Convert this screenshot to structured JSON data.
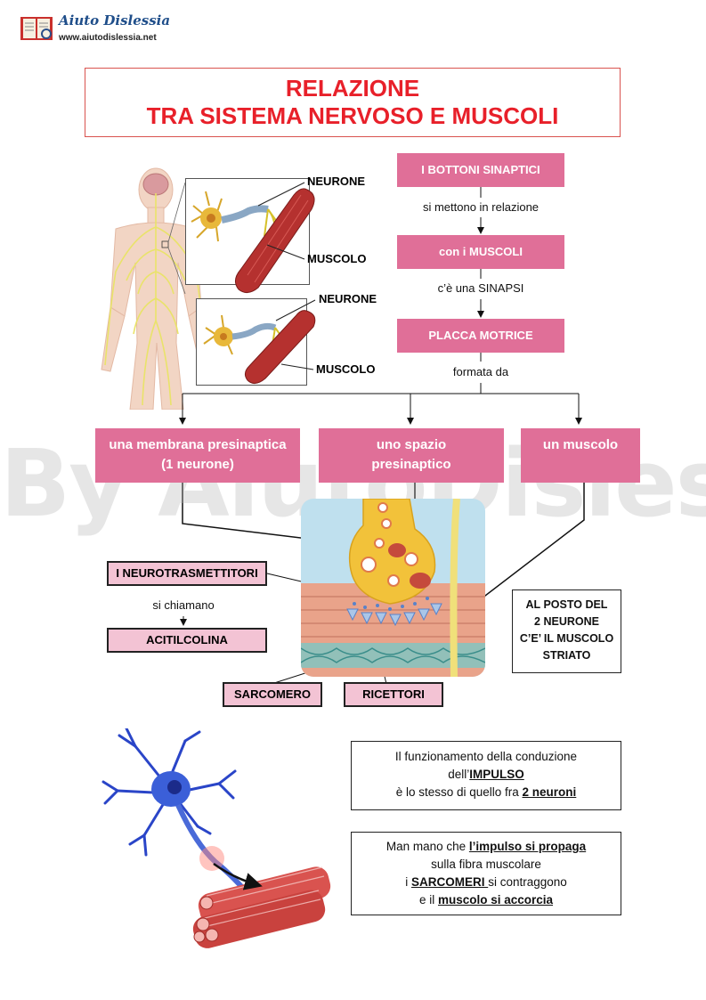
{
  "logo": {
    "title": "Aiuto Dislessia",
    "url": "www.aiutodislessia.net"
  },
  "title": {
    "line1": "RELAZIONE",
    "line2": "TRA SISTEMA NERVOSO E MUSCOLI"
  },
  "figure_labels": {
    "neurone_top": "NEURONE",
    "muscolo_top": "MUSCOLO",
    "neurone_bottom": "NEURONE",
    "muscolo_bottom": "MUSCOLO"
  },
  "flow": {
    "box1": "I BOTTONI SINAPTICI",
    "link1": "si mettono in relazione",
    "box2": "con i MUSCOLI",
    "link2": "c’è una SINAPSI",
    "box3": "PLACCA MOTRICE",
    "link3": "formata da"
  },
  "branches": {
    "b1_line1": "una membrana presinaptica",
    "b1_line2": "(1 neurone)",
    "b2_line1": "uno spazio",
    "b2_line2": "presinaptico",
    "b3": "un muscolo"
  },
  "neuro": {
    "box": "I NEUROTRASMETTITORI",
    "link": "si chiamano",
    "value": "ACITILCOLINA"
  },
  "labels": {
    "sarcomero": "SARCOMERO",
    "ricettori": "RICETTORI"
  },
  "note_box": {
    "line1": "AL POSTO DEL",
    "line2": "2 NEURONE",
    "line3": "C’E’ IL MUSCOLO",
    "line4": "STRIATO"
  },
  "box_funzionamento": {
    "line1": "Il funzionamento della conduzione",
    "line2_pre": "dell’",
    "line2_bold": "IMPULSO",
    "line3_pre": "è lo stesso di quello fra ",
    "line3_bold": "2 neuroni"
  },
  "box_impulso": {
    "line1_pre": "Man mano che ",
    "line1_bold": "l’impulso si propaga",
    "line2": "sulla fibra muscolare",
    "line3_pre": "i ",
    "line3_bold": "SARCOMERI ",
    "line3_post": "si contraggono",
    "line4_pre": "e il ",
    "line4_bold": "muscolo si accorcia"
  },
  "watermark": "By AiutoDislessia.net",
  "colors": {
    "title_red": "#e8202a",
    "pink_box": "#e06f98",
    "light_pink_box": "#f3c3d4",
    "muscle_red": "#b5312f",
    "nerve_yellow": "#e9e36a",
    "neuron_blue": "#2a45c8"
  }
}
